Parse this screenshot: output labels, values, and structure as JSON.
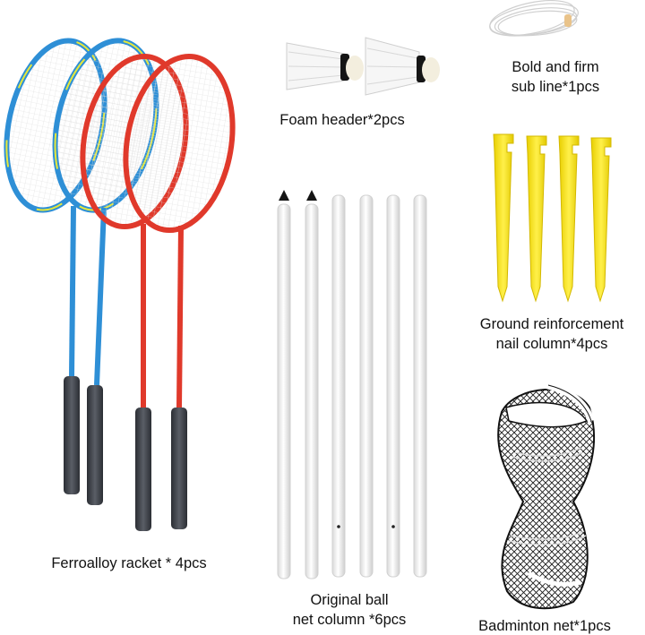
{
  "items": {
    "foam_header": {
      "label": "Foam header*2pcs"
    },
    "sub_line": {
      "line1": "Bold and firm",
      "line2": "sub line*1pcs"
    },
    "ground_nail": {
      "line1": "Ground reinforcement",
      "line2": "nail column*4pcs"
    },
    "racket": {
      "label": "Ferroalloy racket * 4pcs"
    },
    "net_column": {
      "line1": "Original ball",
      "line2": "net column *6pcs"
    },
    "badminton_net": {
      "label": "Badminton net*1pcs"
    }
  },
  "colors": {
    "racket_blue": "#2e8fd6",
    "racket_yellow": "#e6e83a",
    "racket_red": "#e0392b",
    "grip": "#3a3d44",
    "pole": "#f4f4f4",
    "nail": "#f6e21a",
    "net_black": "#111111",
    "net_white": "#ffffff"
  }
}
